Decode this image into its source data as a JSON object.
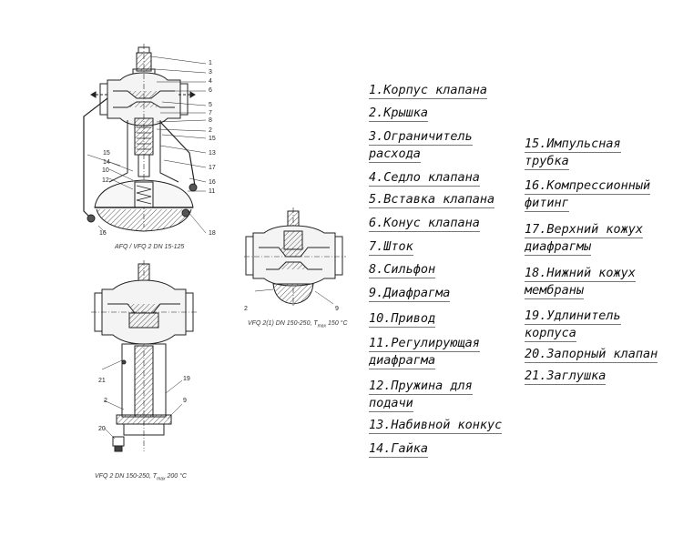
{
  "diagrams": {
    "afq": {
      "caption": "AFQ / VFQ 2 DN 15-125",
      "numbers": [
        "1",
        "3",
        "4",
        "6",
        "5",
        "7",
        "8",
        "2",
        "15",
        "13",
        "17",
        "16",
        "11",
        "18",
        "15",
        "14",
        "10",
        "12",
        "16"
      ]
    },
    "vfq21": {
      "caption": "VFQ 2(1) DN 150-250, T",
      "caption_sub": "max",
      "caption_tail": " 150 °C",
      "numbers": [
        "2",
        "9"
      ]
    },
    "vfq2": {
      "caption": "VFQ 2 DN 150-250, T",
      "caption_sub": "max",
      "caption_tail": " 200 °C",
      "numbers": [
        "21",
        "2",
        "20",
        "19",
        "9"
      ]
    }
  },
  "legend": {
    "left": [
      "1.Корпус клапана",
      "2.Крышка",
      "3.Ограничитель\nрасхода",
      "4.Седло клапана",
      "5.Вставка клапана",
      "6.Конус клапана",
      "7.Шток",
      "8.Сильфон",
      "9.Диафрагма",
      "10.Привод",
      "11.Регулирующая\nдиафрагма",
      "12.Пружина для\nподачи",
      "13.Набивной конкус",
      "14.Гайка"
    ],
    "right": [
      "15.Импульсная\nтрубка",
      "16.Компрессионный\nфитинг",
      "17.Верхний кожух\nдиафрагмы",
      "18.Нижний кожух\nмембраны",
      "19.Удлинитель\nкорпуса",
      "20.Запорный клапан",
      "21.Заглушка"
    ]
  }
}
